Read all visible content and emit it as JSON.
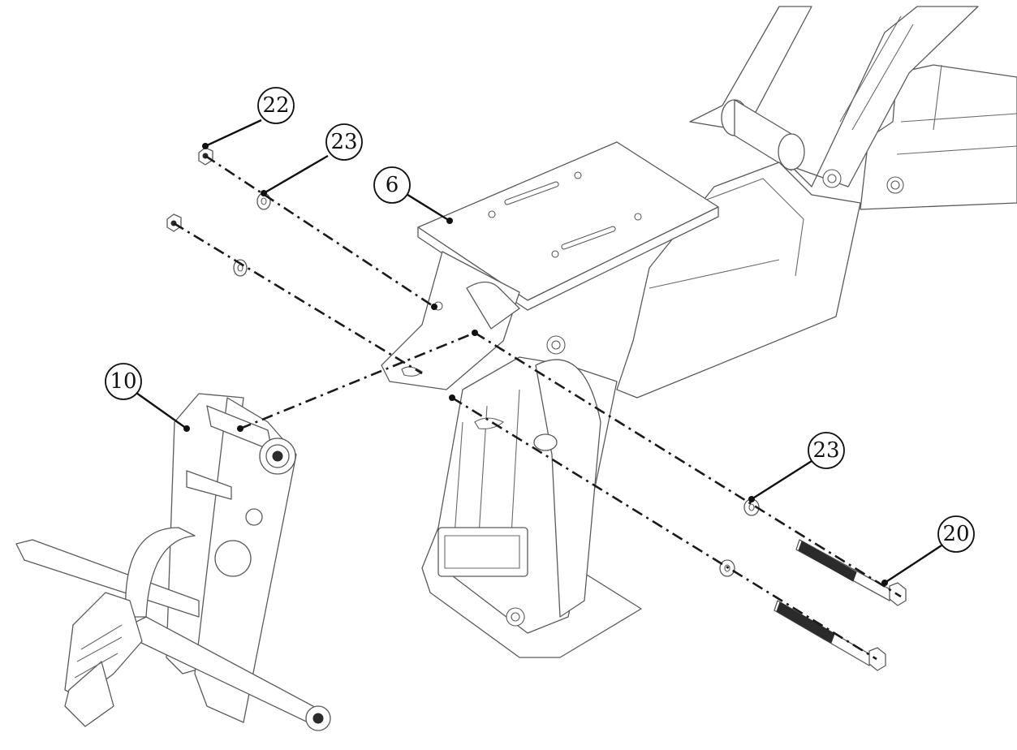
{
  "callouts": [
    {
      "id": "c22",
      "label": "22"
    },
    {
      "id": "c23a",
      "label": "23"
    },
    {
      "id": "c6",
      "label": "6"
    },
    {
      "id": "c10",
      "label": "10"
    },
    {
      "id": "c23b",
      "label": "23"
    },
    {
      "id": "c20",
      "label": "20"
    }
  ]
}
